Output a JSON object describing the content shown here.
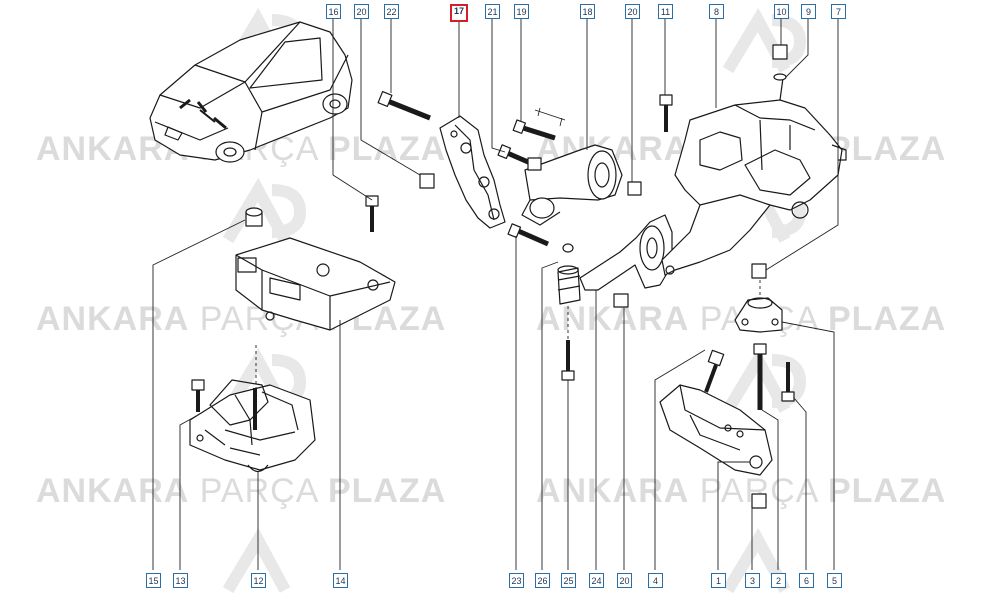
{
  "colors": {
    "line": "#1a1a1a",
    "leader": "#222222",
    "box_border": "#2a6ea8",
    "highlight": "#d31f2a",
    "watermark": "#a0a0a0"
  },
  "watermark": {
    "word1": "ANKARA",
    "word2": "PARÇA",
    "word3": "PLAZA",
    "logo": "AP"
  },
  "callouts": {
    "top": [
      "16",
      "20",
      "22",
      "17",
      "21",
      "19",
      "18",
      "20",
      "11",
      "8",
      "10",
      "9",
      "7"
    ],
    "bottom": [
      "15",
      "13",
      "12",
      "14",
      "23",
      "26",
      "25",
      "24",
      "20",
      "4",
      "1",
      "3",
      "2",
      "6",
      "5"
    ]
  },
  "highlighted": "17",
  "parts": [
    "car-illustration",
    "engine-mount",
    "gearbox-mount",
    "torque-rod",
    "bracket",
    "support-arm",
    "bolts",
    "nuts"
  ]
}
